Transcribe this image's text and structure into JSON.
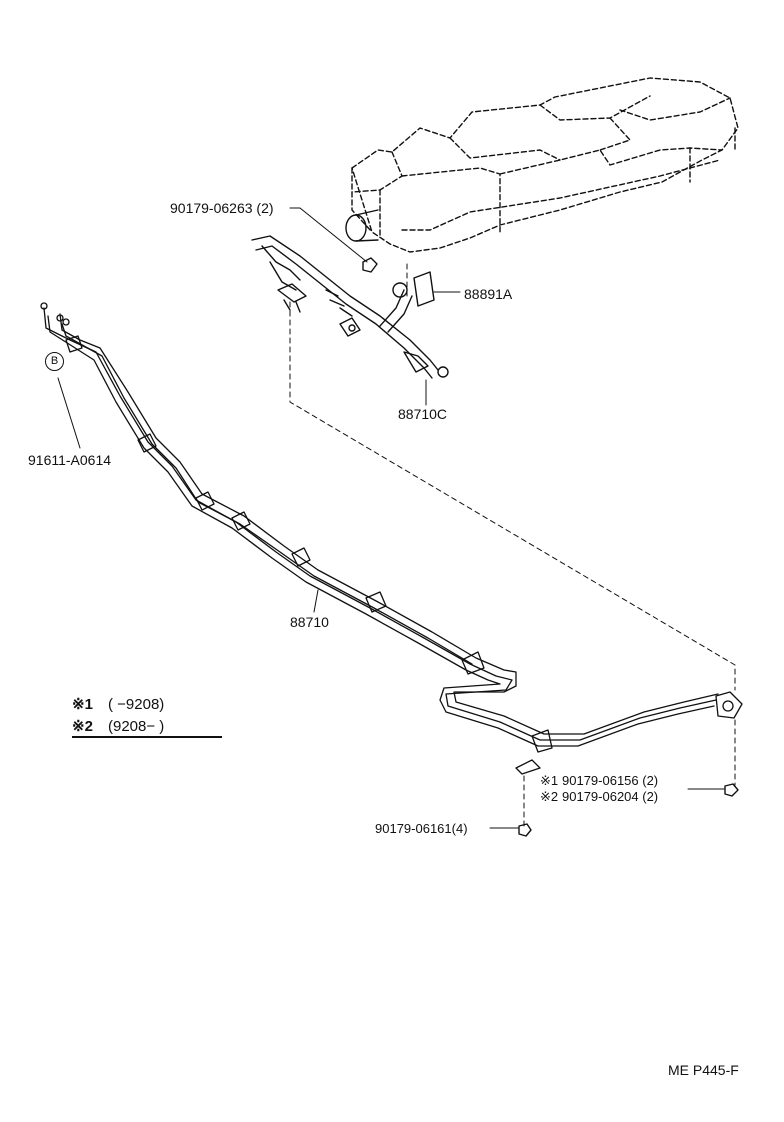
{
  "callouts": {
    "bolt_top": "90179-06263 (2)",
    "bracket_plate": "88891A",
    "hose": "88710C",
    "clamp_left": "91611-A0614",
    "tube_assembly": "88710",
    "nut_bottom_left": "90179-06161(4)",
    "nut_right_1": "90179-06156 (2)",
    "nut_right_2": "90179-06204 (2)",
    "circle_letter": "B"
  },
  "legend": {
    "row1_mark": "※1",
    "row1_range": "(        −9208)",
    "row2_mark": "※2",
    "row2_range": "(9208−        )",
    "ref1_mark": "※1",
    "ref2_mark": "※2"
  },
  "footer": {
    "code": "ME P445-F"
  }
}
